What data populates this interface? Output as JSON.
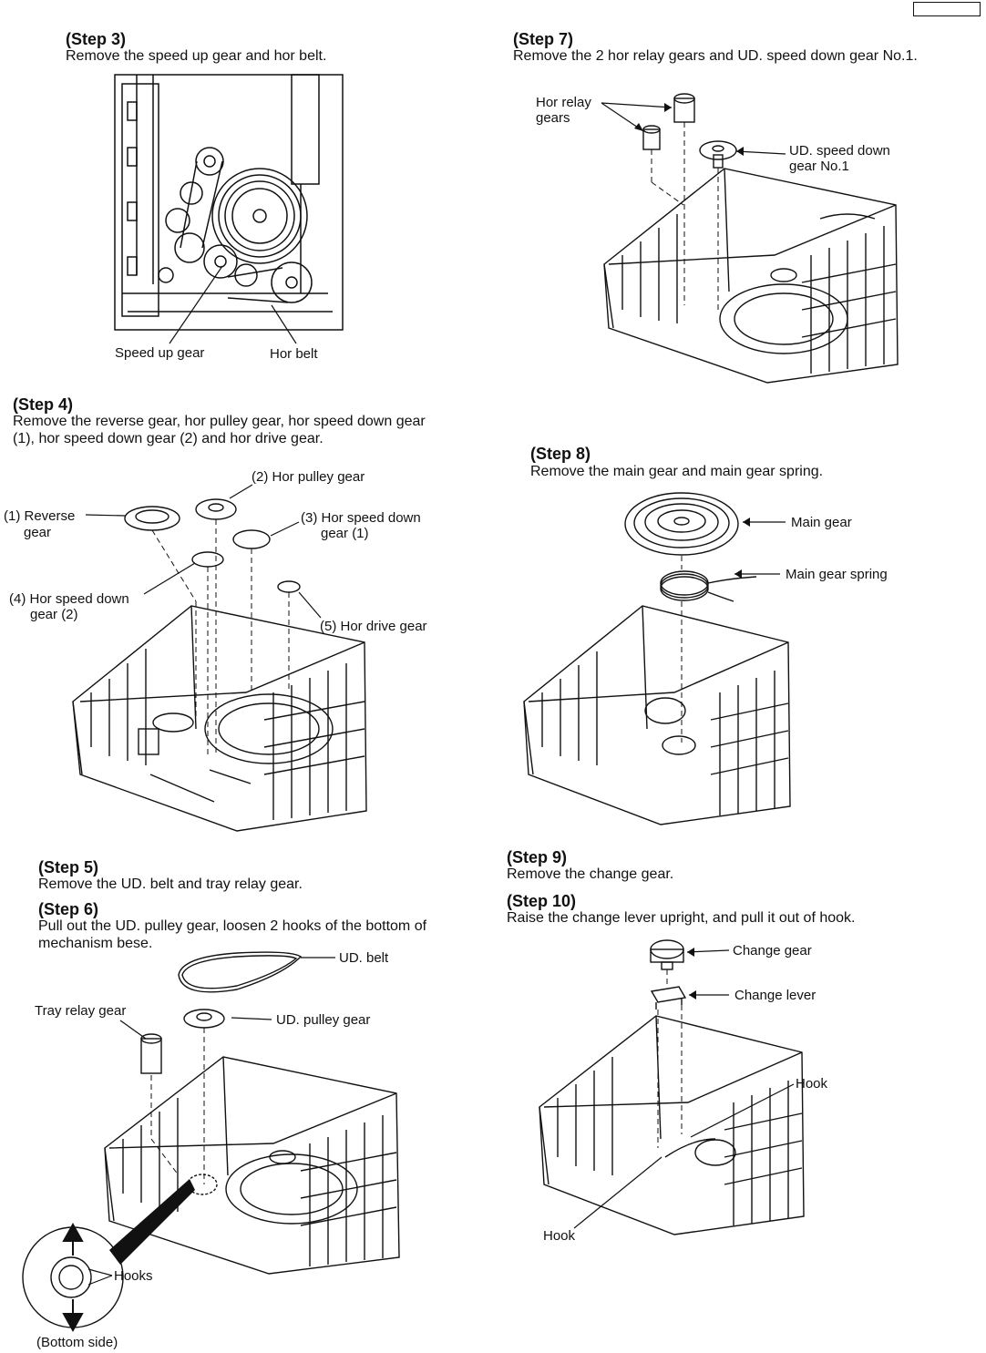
{
  "steps": {
    "s3": {
      "title": "(Step 3)",
      "desc": "Remove the speed up gear and hor belt."
    },
    "s4": {
      "title": "(Step 4)",
      "desc": "Remove the reverse gear, hor pulley gear, hor speed down gear (1), hor speed down gear (2) and hor drive gear."
    },
    "s5": {
      "title": "(Step 5)",
      "desc": "Remove the UD. belt and tray relay gear."
    },
    "s6": {
      "title": "(Step 6)",
      "desc": "Pull out the UD. pulley gear, loosen 2 hooks of the bottom of mechanism bese."
    },
    "s7": {
      "title": "(Step 7)",
      "desc": "Remove the 2 hor relay gears and UD. speed down gear No.1."
    },
    "s8": {
      "title": "(Step 8)",
      "desc": "Remove the main gear and main gear spring."
    },
    "s9": {
      "title": "(Step 9)",
      "desc": "Remove the change gear."
    },
    "s10": {
      "title": "(Step 10)",
      "desc": "Raise the change lever upright, and pull it out of hook."
    }
  },
  "labels": {
    "speed_up_gear": "Speed up gear",
    "hor_belt": "Hor belt",
    "hor_pulley_gear": "(2) Hor pulley gear",
    "reverse_gear_1": "(1) Reverse",
    "reverse_gear_2": "gear",
    "hor_speed_down_1a": "(3) Hor speed down",
    "hor_speed_down_1b": "gear (1)",
    "hor_speed_down_2a": "(4) Hor speed down",
    "hor_speed_down_2b": "gear (2)",
    "hor_drive_gear": "(5) Hor drive gear",
    "ud_belt": "UD. belt",
    "tray_relay_gear": "Tray relay gear",
    "ud_pulley_gear": "UD. pulley gear",
    "hooks": "Hooks",
    "bottom_side": "(Bottom side)",
    "hor_relay_1": "Hor relay",
    "hor_relay_2": "gears",
    "ud_speed_down_1": "UD. speed down",
    "ud_speed_down_2": "gear No.1",
    "main_gear": "Main gear",
    "main_gear_spring": "Main gear spring",
    "change_gear": "Change gear",
    "change_lever": "Change lever",
    "hook_top": "Hook",
    "hook_bottom": "Hook"
  }
}
